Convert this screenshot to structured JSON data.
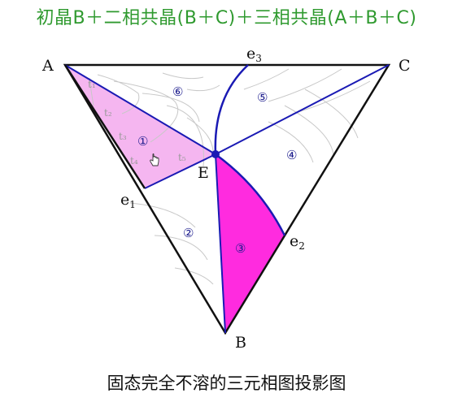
{
  "title": "初晶B＋二相共晶(B＋C)＋三相共晶(A＋B＋C)",
  "caption": "固态完全不溶的三元相图投影图",
  "vertices": {
    "A": "A",
    "B": "B",
    "C": "C"
  },
  "points": {
    "e1": "e",
    "e1_sub": "1",
    "e2": "e",
    "e2_sub": "2",
    "e3": "e",
    "e3_sub": "3",
    "E": "E"
  },
  "regions": [
    "①",
    "②",
    "③",
    "④",
    "⑤",
    "⑥"
  ],
  "isotherms": [
    "t₁",
    "t₂",
    "t₃",
    "t₄",
    "t₅"
  ],
  "colors": {
    "region1_fill": "#f5b6f0",
    "region3_fill": "#ff2bdf",
    "title": "#2f9a2f",
    "boundary": "#1a1ab4"
  },
  "icons": {
    "cursor": "hand-pointer-icon"
  }
}
